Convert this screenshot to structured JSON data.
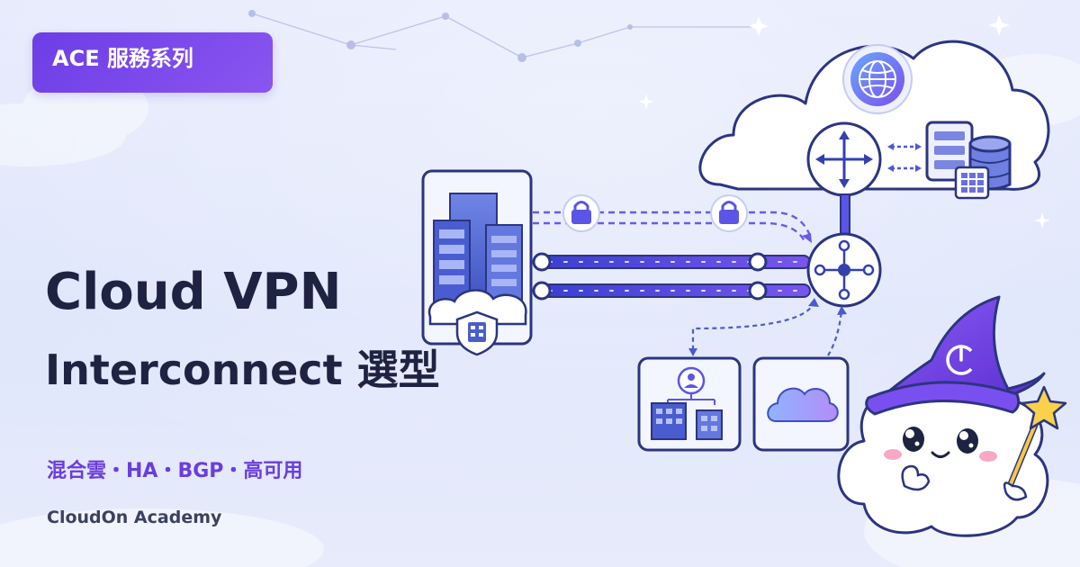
{
  "badge": {
    "label": "ACE 服務系列"
  },
  "title": {
    "line1": "Cloud VPN",
    "line2": "Interconnect 選型"
  },
  "tags": "混合雲・HA・BGP・高可用",
  "brand": "CloudOn Academy",
  "colors": {
    "accent": "#6d3ee6",
    "title": "#1d2340",
    "line": "#3340b0",
    "tunnel": "#5a55e6"
  },
  "icons": {
    "onprem": "office-building-icon",
    "lock": "lock-icon",
    "router": "router-arrows-icon",
    "hub": "network-hub-icon",
    "globe": "globe-icon",
    "database": "database-icon",
    "branch": "branch-office-icon",
    "cloud": "cloud-icon",
    "mascot": "wizard-cloud-mascot"
  }
}
